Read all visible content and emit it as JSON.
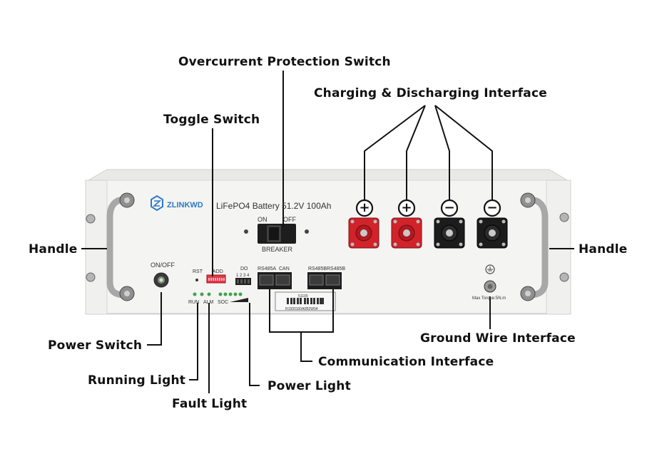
{
  "callouts": {
    "overcurrent": "Overcurrent Protection Switch",
    "charging": "Charging & Discharging Interface",
    "toggle": "Toggle Switch",
    "handle_left": "Handle",
    "handle_right": "Handle",
    "power_switch": "Power Switch",
    "ground": "Ground Wire Interface",
    "communication": "Communication Interface",
    "running_light": "Running Light",
    "power_light": "Power Light",
    "fault_light": "Fault Light"
  },
  "panel": {
    "brand": "ZLINKWD",
    "model": "LiFePO4  Battery  51.2V  100Ah",
    "breaker_on": "ON",
    "breaker_off": "OFF",
    "breaker": "BREAKER",
    "onoff": "ON/OFF",
    "rst": "RST",
    "add": "ADD",
    "do": "DO",
    "do_pins": "1 2 3 4",
    "rs485a": "RS485A",
    "can": "CAN",
    "rs485b_1": "RS485B",
    "rs485b_2": "RS485B",
    "run": "RUN",
    "alm": "ALM",
    "soc": "SOC",
    "serial_top": "51100",
    "serial_bottom": "R1500100A0B2W04",
    "max_torque": "Max Torque:5N.m",
    "terminal_pos_1": "+",
    "terminal_pos_2": "+",
    "terminal_neg_1": "−",
    "terminal_neg_2": "−"
  },
  "colors": {
    "panel": "#f3f3f1",
    "panel_edge": "#d6d6d4",
    "accent_red": "#d2232a",
    "terminal_black": "#1c1c1c",
    "dip_red": "#e0394a",
    "logo_blue": "#2c79c9"
  }
}
